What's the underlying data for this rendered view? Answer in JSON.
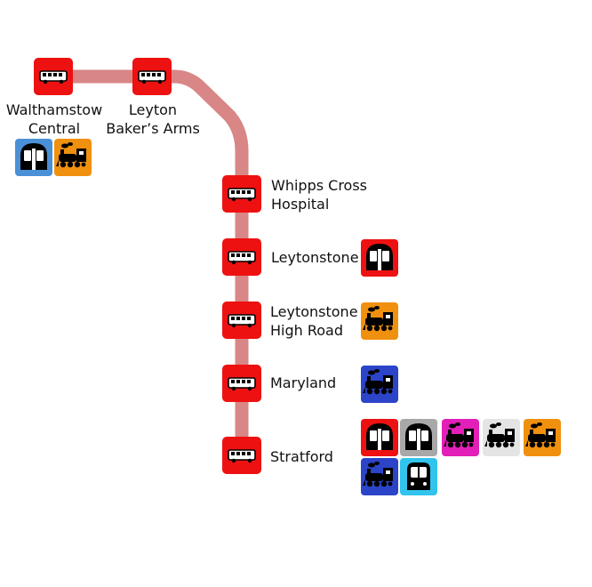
{
  "route": {
    "color": "#d98686",
    "stop_color": "#ee1111"
  },
  "stops": [
    {
      "id": "walthamstow-central",
      "lines": [
        "Walthamstow",
        "Central"
      ],
      "interchanges": [
        {
          "icon": "tube-train-icon",
          "color": "#4a90d6"
        },
        {
          "icon": "steam-train-icon",
          "color": "#f0900f"
        }
      ]
    },
    {
      "id": "leyton-bakers-arms",
      "lines": [
        "Leyton",
        "Baker’s Arms"
      ],
      "interchanges": []
    },
    {
      "id": "whipps-cross-hospital",
      "lines": [
        "Whipps Cross",
        "Hospital"
      ],
      "interchanges": []
    },
    {
      "id": "leytonstone",
      "lines": [
        "Leytonstone"
      ],
      "interchanges": [
        {
          "icon": "tube-train-icon",
          "color": "#ee1111"
        }
      ]
    },
    {
      "id": "leytonstone-high-road",
      "lines": [
        "Leytonstone",
        "High Road"
      ],
      "interchanges": [
        {
          "icon": "steam-train-icon",
          "color": "#f0900f"
        }
      ]
    },
    {
      "id": "maryland",
      "lines": [
        "Maryland"
      ],
      "interchanges": [
        {
          "icon": "steam-train-icon",
          "color": "#2b44c8"
        }
      ]
    },
    {
      "id": "stratford",
      "lines": [
        "Stratford"
      ],
      "interchanges": [
        {
          "icon": "tube-train-icon",
          "color": "#ee1111"
        },
        {
          "icon": "tube-train-icon",
          "color": "#a8a8a8"
        },
        {
          "icon": "steam-train-icon",
          "color": "#e21fb8"
        },
        {
          "icon": "steam-train-icon",
          "color": "#e4e4e4"
        },
        {
          "icon": "steam-train-icon",
          "color": "#f0900f"
        },
        {
          "icon": "steam-train-icon",
          "color": "#2b44c8"
        },
        {
          "icon": "dlr-train-icon",
          "color": "#31c4ec"
        }
      ]
    }
  ]
}
